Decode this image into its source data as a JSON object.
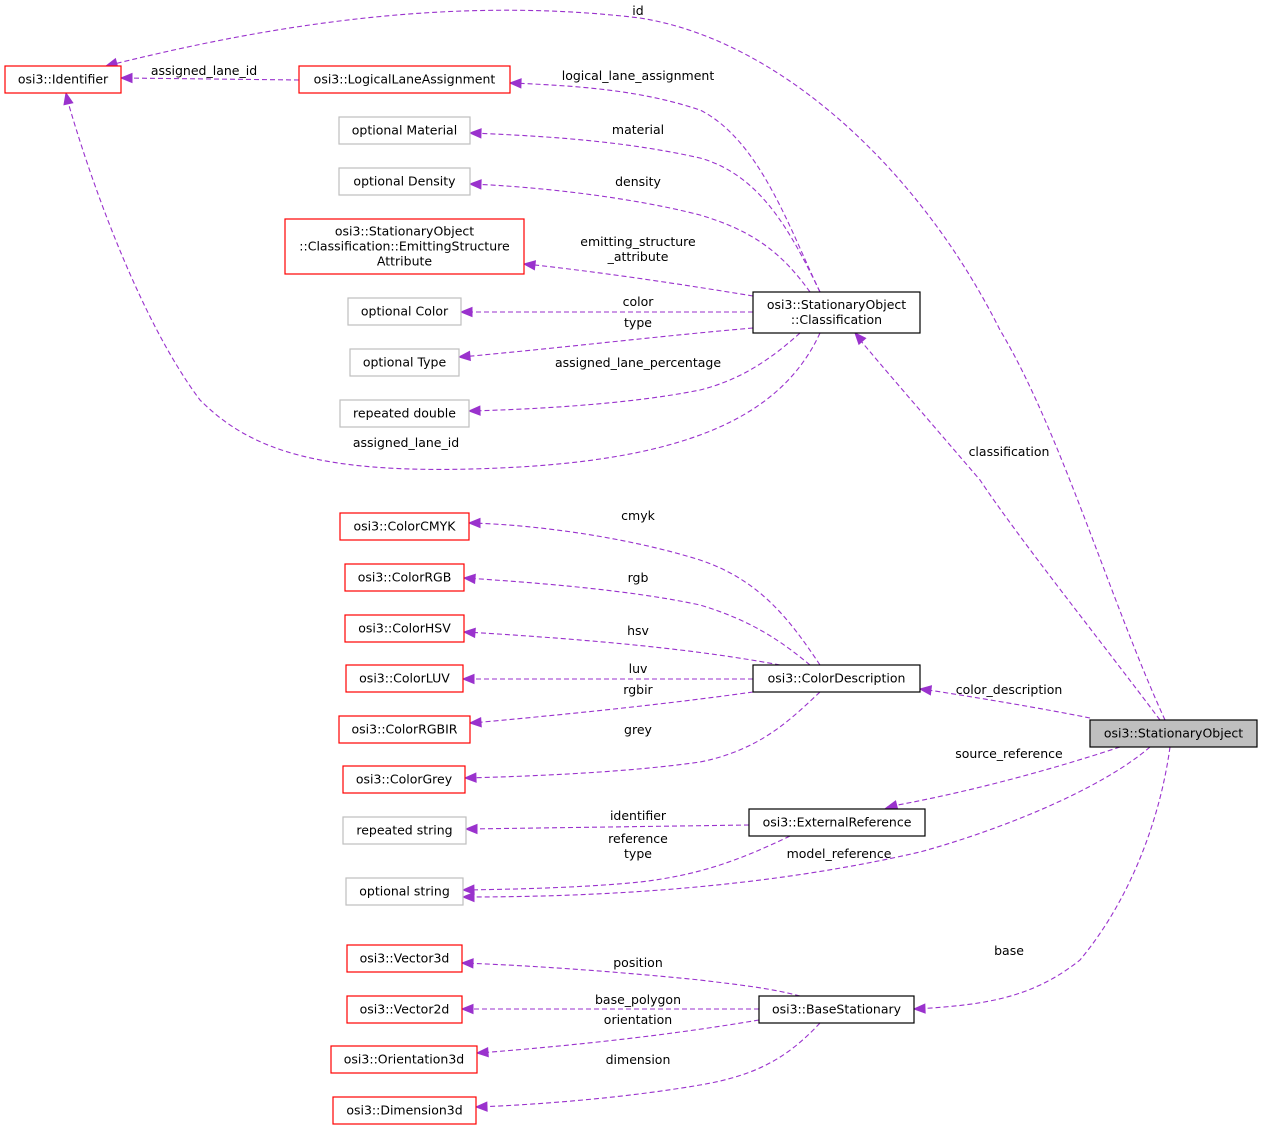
{
  "colors": {
    "edge": "#9a32cd",
    "border_linked": "#ff0000",
    "border_builtin": "#bfbfbf",
    "border_class": "#000000",
    "focus_fill": "#bfbfbf"
  },
  "nodes": {
    "identifier": {
      "lines": [
        "osi3::Identifier"
      ],
      "kind": "linked"
    },
    "logical_lane_assignment": {
      "lines": [
        "osi3::LogicalLaneAssignment"
      ],
      "kind": "linked"
    },
    "optional_material": {
      "lines": [
        "optional Material"
      ],
      "kind": "builtin"
    },
    "optional_density": {
      "lines": [
        "optional Density"
      ],
      "kind": "builtin"
    },
    "emitting_structure_attribute": {
      "lines": [
        "osi3::StationaryObject",
        "::Classification::EmittingStructure",
        "Attribute"
      ],
      "kind": "linked"
    },
    "optional_color": {
      "lines": [
        "optional Color"
      ],
      "kind": "builtin"
    },
    "optional_type": {
      "lines": [
        "optional Type"
      ],
      "kind": "builtin"
    },
    "repeated_double": {
      "lines": [
        "repeated double"
      ],
      "kind": "builtin"
    },
    "classification": {
      "lines": [
        "osi3::StationaryObject",
        "::Classification"
      ],
      "kind": "class"
    },
    "color_cmyk": {
      "lines": [
        "osi3::ColorCMYK"
      ],
      "kind": "linked"
    },
    "color_rgb": {
      "lines": [
        "osi3::ColorRGB"
      ],
      "kind": "linked"
    },
    "color_hsv": {
      "lines": [
        "osi3::ColorHSV"
      ],
      "kind": "linked"
    },
    "color_luv": {
      "lines": [
        "osi3::ColorLUV"
      ],
      "kind": "linked"
    },
    "color_rgbir": {
      "lines": [
        "osi3::ColorRGBIR"
      ],
      "kind": "linked"
    },
    "color_grey": {
      "lines": [
        "osi3::ColorGrey"
      ],
      "kind": "linked"
    },
    "color_description": {
      "lines": [
        "osi3::ColorDescription"
      ],
      "kind": "class"
    },
    "repeated_string": {
      "lines": [
        "repeated string"
      ],
      "kind": "builtin"
    },
    "optional_string": {
      "lines": [
        "optional string"
      ],
      "kind": "builtin"
    },
    "external_reference": {
      "lines": [
        "osi3::ExternalReference"
      ],
      "kind": "class"
    },
    "vector3d": {
      "lines": [
        "osi3::Vector3d"
      ],
      "kind": "linked"
    },
    "vector2d": {
      "lines": [
        "osi3::Vector2d"
      ],
      "kind": "linked"
    },
    "orientation3d": {
      "lines": [
        "osi3::Orientation3d"
      ],
      "kind": "linked"
    },
    "dimension3d": {
      "lines": [
        "osi3::Dimension3d"
      ],
      "kind": "linked"
    },
    "base_stationary": {
      "lines": [
        "osi3::BaseStationary"
      ],
      "kind": "class"
    },
    "stationary_object": {
      "lines": [
        "osi3::StationaryObject"
      ],
      "kind": "focus"
    }
  },
  "edges": [
    {
      "from": "stationary_object",
      "to": "identifier",
      "label": [
        "id"
      ]
    },
    {
      "from": "logical_lane_assignment",
      "to": "identifier",
      "label": [
        "assigned_lane_id"
      ]
    },
    {
      "from": "classification",
      "to": "logical_lane_assignment",
      "label": [
        "logical_lane_assignment"
      ]
    },
    {
      "from": "classification",
      "to": "optional_material",
      "label": [
        "material"
      ]
    },
    {
      "from": "classification",
      "to": "optional_density",
      "label": [
        "density"
      ]
    },
    {
      "from": "classification",
      "to": "emitting_structure_attribute",
      "label": [
        "emitting_structure",
        "_attribute"
      ]
    },
    {
      "from": "classification",
      "to": "optional_color",
      "label": [
        "color"
      ]
    },
    {
      "from": "classification",
      "to": "optional_type",
      "label": [
        "type"
      ]
    },
    {
      "from": "classification",
      "to": "repeated_double",
      "label": [
        "assigned_lane_percentage"
      ]
    },
    {
      "from": "classification",
      "to": "identifier",
      "label": [
        "assigned_lane_id"
      ]
    },
    {
      "from": "stationary_object",
      "to": "classification",
      "label": [
        "classification"
      ]
    },
    {
      "from": "color_description",
      "to": "color_cmyk",
      "label": [
        "cmyk"
      ]
    },
    {
      "from": "color_description",
      "to": "color_rgb",
      "label": [
        "rgb"
      ]
    },
    {
      "from": "color_description",
      "to": "color_hsv",
      "label": [
        "hsv"
      ]
    },
    {
      "from": "color_description",
      "to": "color_luv",
      "label": [
        "luv"
      ]
    },
    {
      "from": "color_description",
      "to": "color_rgbir",
      "label": [
        "rgbir"
      ]
    },
    {
      "from": "color_description",
      "to": "color_grey",
      "label": [
        "grey"
      ]
    },
    {
      "from": "stationary_object",
      "to": "color_description",
      "label": [
        "color_description"
      ]
    },
    {
      "from": "external_reference",
      "to": "repeated_string",
      "label": [
        "identifier"
      ]
    },
    {
      "from": "external_reference",
      "to": "optional_string",
      "label": [
        "reference",
        "type"
      ]
    },
    {
      "from": "stationary_object",
      "to": "external_reference",
      "label": [
        "source_reference"
      ]
    },
    {
      "from": "stationary_object",
      "to": "optional_string",
      "label": [
        "model_reference"
      ]
    },
    {
      "from": "base_stationary",
      "to": "vector3d",
      "label": [
        "position"
      ]
    },
    {
      "from": "base_stationary",
      "to": "vector2d",
      "label": [
        "base_polygon"
      ]
    },
    {
      "from": "base_stationary",
      "to": "orientation3d",
      "label": [
        "orientation"
      ]
    },
    {
      "from": "base_stationary",
      "to": "dimension3d",
      "label": [
        "dimension"
      ]
    },
    {
      "from": "stationary_object",
      "to": "base_stationary",
      "label": [
        "base"
      ]
    }
  ]
}
